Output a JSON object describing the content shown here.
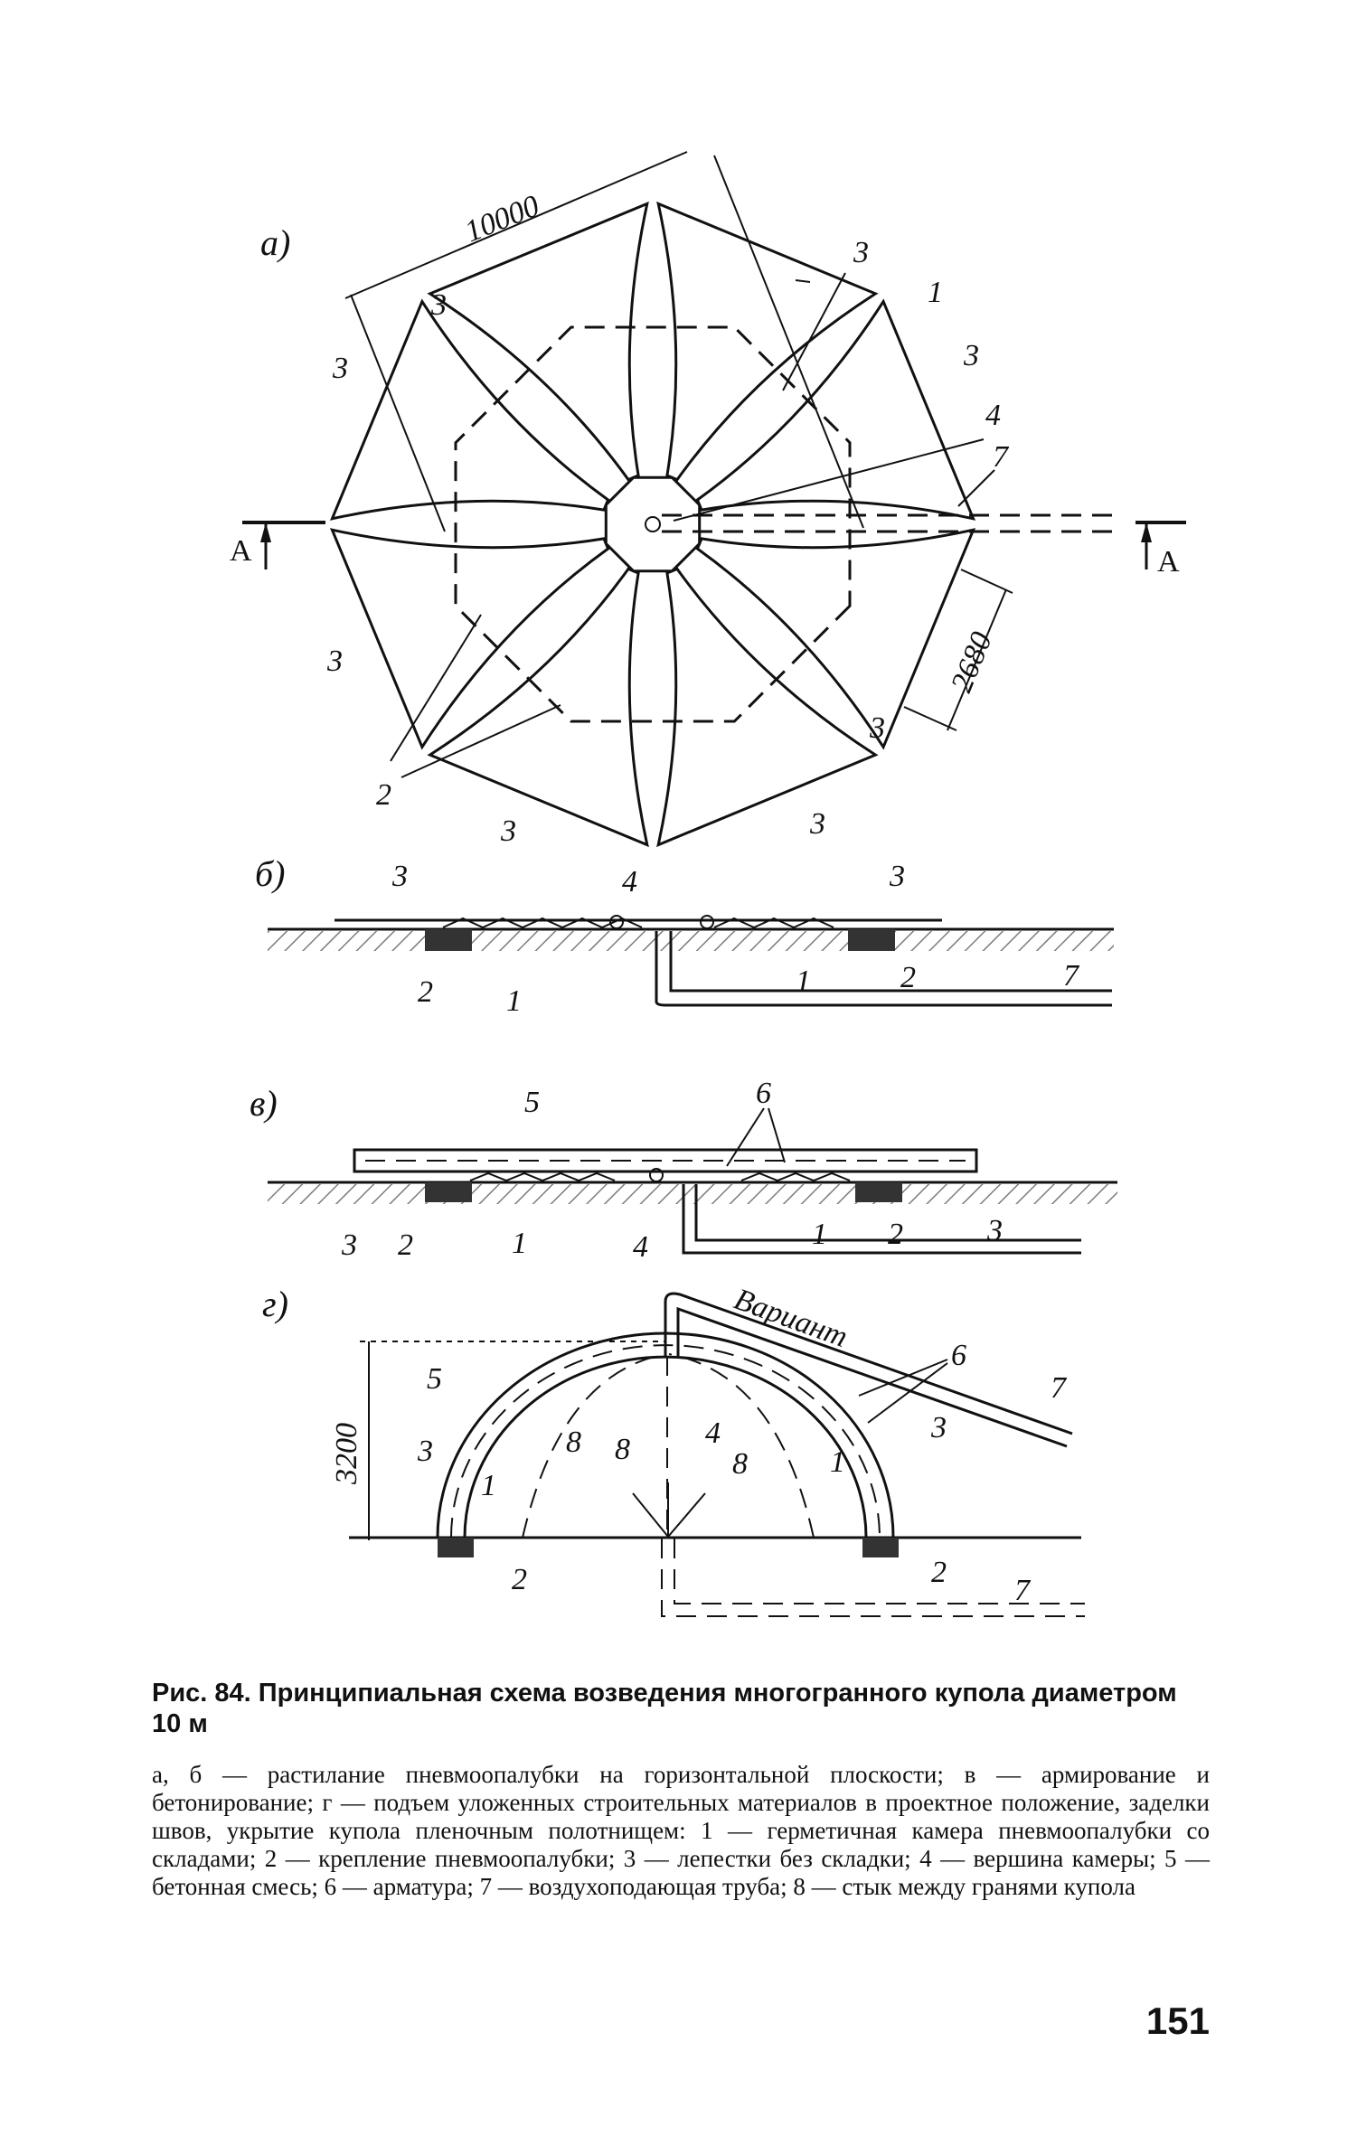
{
  "figure": {
    "sections": {
      "a": "а)",
      "b": "б)",
      "v": "в)",
      "g": "г)"
    },
    "dimensions": {
      "diameter": "10000",
      "petal_width": "2680",
      "height": "3200"
    },
    "section_marks": {
      "left": "А",
      "right": "А"
    },
    "variant_label": "Вариант",
    "labels": {
      "n1": "1",
      "n2": "2",
      "n3": "3",
      "n4": "4",
      "n5": "5",
      "n6": "6",
      "n7": "7",
      "n8": "8"
    }
  },
  "caption": {
    "title": "Рис. 84. Принципиальная схема возведения многогранного купола диаметром 10 м",
    "body": "а, б — растилание пневмоопалубки на горизонтальной плоскости; в — армирование и бетонирование; г — подъем уложенных строительных материалов в проектное положение, заделки швов, укрытие купола пленочным полотнищем: 1 — герметичная камера пневмоопалубки со складами; 2 — крепление пневмоопалубки; 3 — лепестки без складки; 4 — вершина камеры; 5 — бетонная смесь; 6 — арматура; 7 — воздухоподающая труба; 8 — стык между гранями купола"
  },
  "page_number": "151"
}
